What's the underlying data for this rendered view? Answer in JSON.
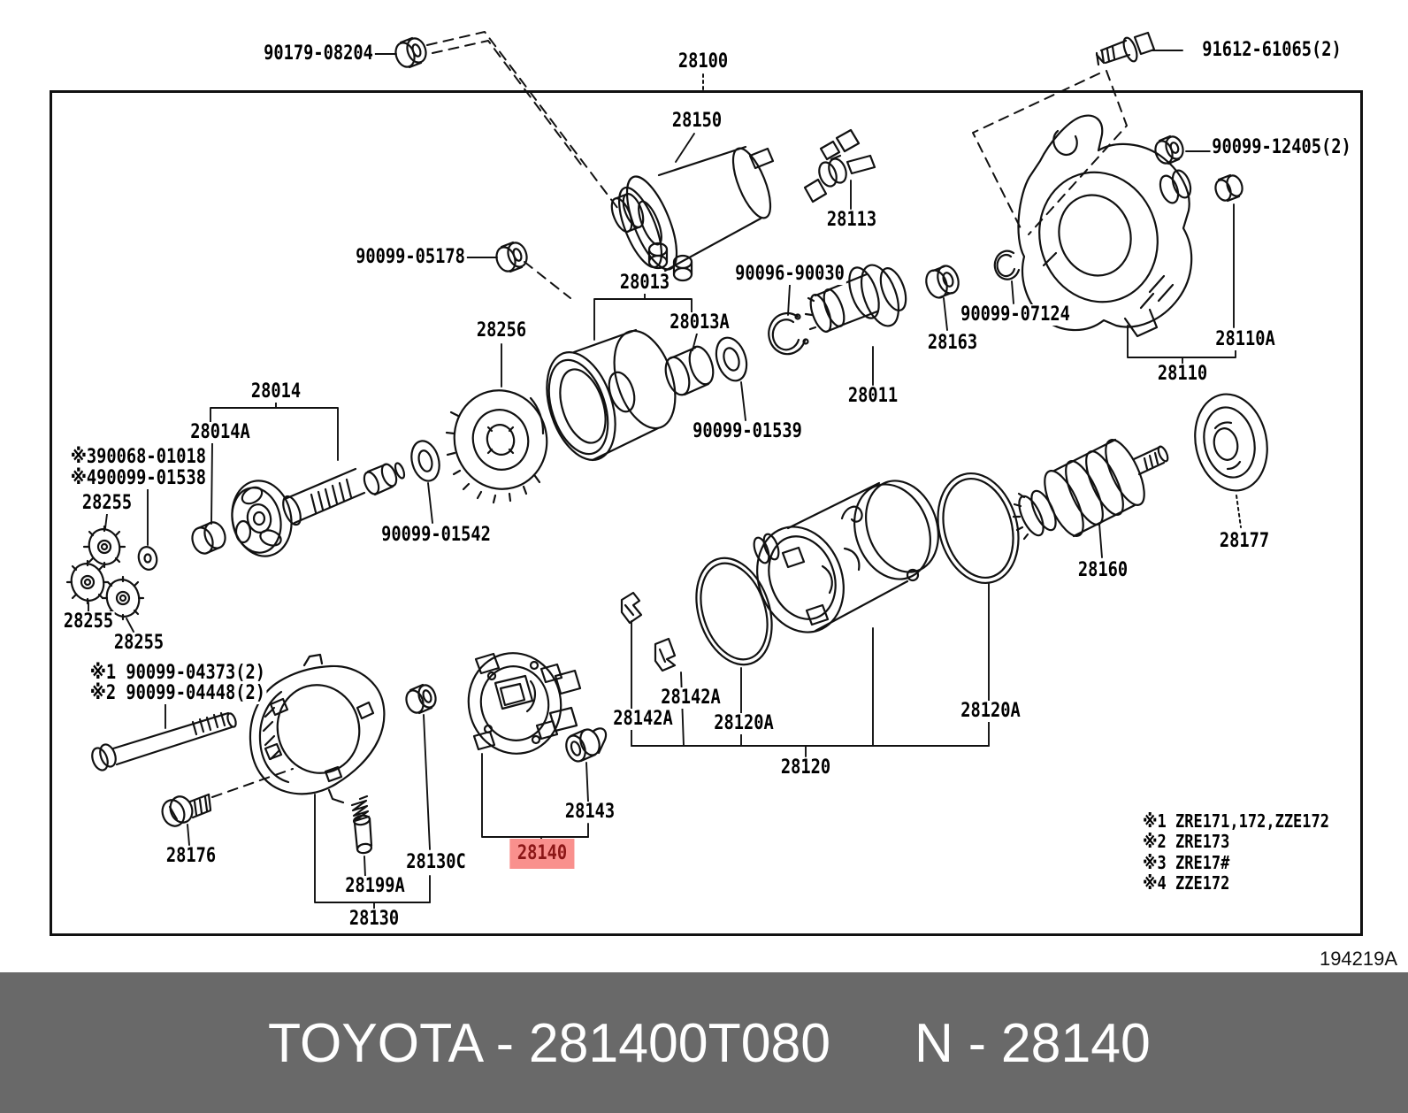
{
  "diagram": {
    "parts": [
      {
        "text": "90179-08204"
      },
      {
        "text": "28100"
      },
      {
        "text": "91612-61065(2)"
      },
      {
        "text": "90099-12405(2)"
      },
      {
        "text": "90099-05178"
      },
      {
        "text": "28150"
      },
      {
        "text": "28113"
      },
      {
        "text": "28013"
      },
      {
        "text": "28013A"
      },
      {
        "text": "90096-90030"
      },
      {
        "text": "28256"
      },
      {
        "text": "28163"
      },
      {
        "text": "90099-07124"
      },
      {
        "text": "28110A"
      },
      {
        "text": "28110"
      },
      {
        "text": "28011"
      },
      {
        "text": "90099-01539"
      },
      {
        "text": "28014"
      },
      {
        "text": "28014A"
      },
      {
        "text": "※390068-01018"
      },
      {
        "text": "※490099-01538"
      },
      {
        "text": "28255"
      },
      {
        "text": "28255"
      },
      {
        "text": "28255"
      },
      {
        "text": "90099-01542"
      },
      {
        "text": "28177"
      },
      {
        "text": "28160"
      },
      {
        "text": "※1 90099-04373(2)"
      },
      {
        "text": "※2 90099-04448(2)"
      },
      {
        "text": "28142A"
      },
      {
        "text": "28142A"
      },
      {
        "text": "28120A"
      },
      {
        "text": "28120A"
      },
      {
        "text": "28120"
      },
      {
        "text": "28143"
      },
      {
        "text": "28140"
      },
      {
        "text": "28176"
      },
      {
        "text": "28130C"
      },
      {
        "text": "28199A"
      },
      {
        "text": "28130"
      }
    ],
    "notes": [
      "※1 ZRE171,172,ZZE172",
      "※2 ZRE173",
      "※3 ZRE17#",
      "※4 ZZE172"
    ],
    "doc_number": "194219A",
    "highlight": {
      "background": "#f9908d",
      "text_color": "#8c1717"
    }
  },
  "footer": {
    "left_text": "TOYOTA - 281400T080",
    "right_text": "N - 28140",
    "background": "#696969",
    "text_color": "#ffffff"
  }
}
